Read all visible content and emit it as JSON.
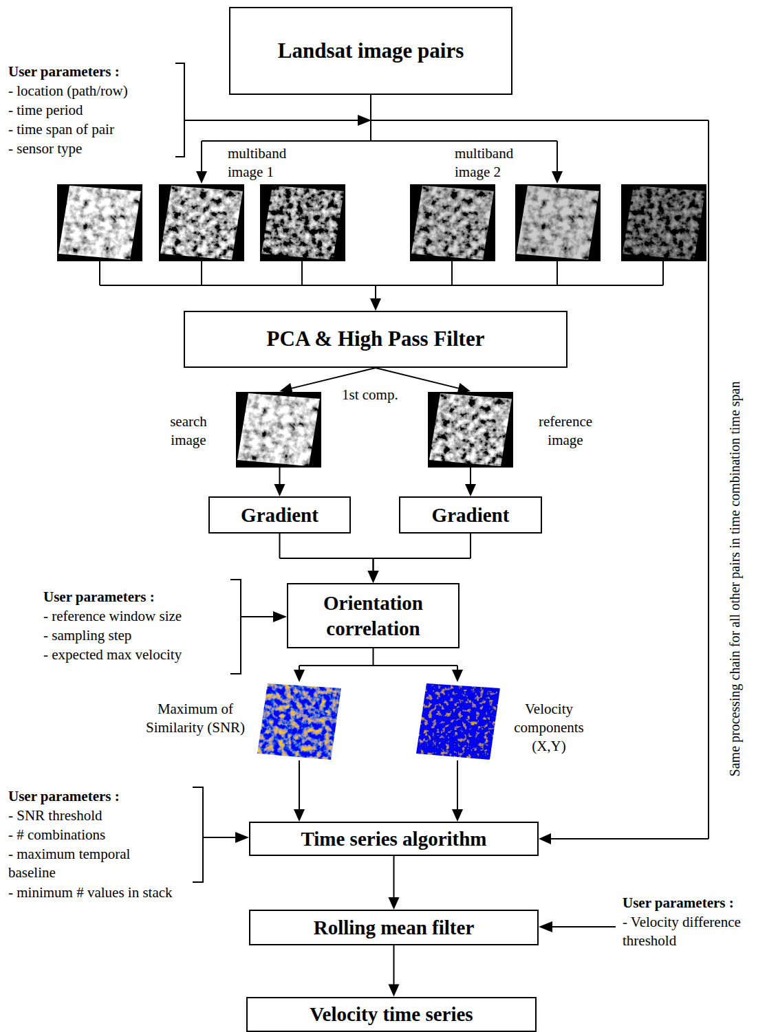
{
  "diagram": {
    "nodes": [
      {
        "text": [
          "Landsat image pairs"
        ]
      },
      {
        "text": [
          "PCA & High Pass Filter"
        ]
      },
      {
        "text": [
          "Gradient"
        ]
      },
      {
        "text": [
          "Gradient"
        ]
      },
      {
        "text": [
          "Orientation correlation"
        ]
      },
      {
        "text": [
          "Time series algorithm"
        ]
      },
      {
        "text": [
          "Rolling mean filter"
        ]
      },
      {
        "text": [
          "Velocity time series"
        ]
      }
    ],
    "edges": [
      {
        "from": 0,
        "to": 1,
        "arrow": "to"
      },
      {
        "from": 1,
        "to": 2,
        "arrow": "to"
      },
      {
        "from": 1,
        "to": 3,
        "arrow": "to"
      },
      {
        "from": 2,
        "to": 4,
        "arrow": "to"
      },
      {
        "from": 3,
        "to": 4,
        "arrow": "to"
      },
      {
        "from": 4,
        "to": 5,
        "arrow": "to"
      },
      {
        "from": 0,
        "to": 5,
        "arrow": "to"
      },
      {
        "from": 5,
        "to": 6,
        "arrow": "to"
      },
      {
        "from": 6,
        "to": 7,
        "arrow": "to"
      }
    ],
    "labels": [
      "User parameters :",
      "- location (path/row)",
      "- time period",
      "- time span of pair",
      "- sensor type",
      "multiband image 1",
      "multiband image 2",
      "1st comp.",
      "search image",
      "reference image",
      "User parameters :",
      "- reference window size",
      "- sampling step",
      "- expected max velocity",
      "Maximum of Similarity (SNR)",
      "Velocity components (X,Y)",
      "User parameters :",
      "- SNR threshold",
      "- # combinations",
      "- maximum temporal baseline",
      "- minimum # values in stack",
      "User parameters :",
      "- Velocity difference threshold",
      "Same processing chain for all other pairs in time combination time span"
    ]
  }
}
